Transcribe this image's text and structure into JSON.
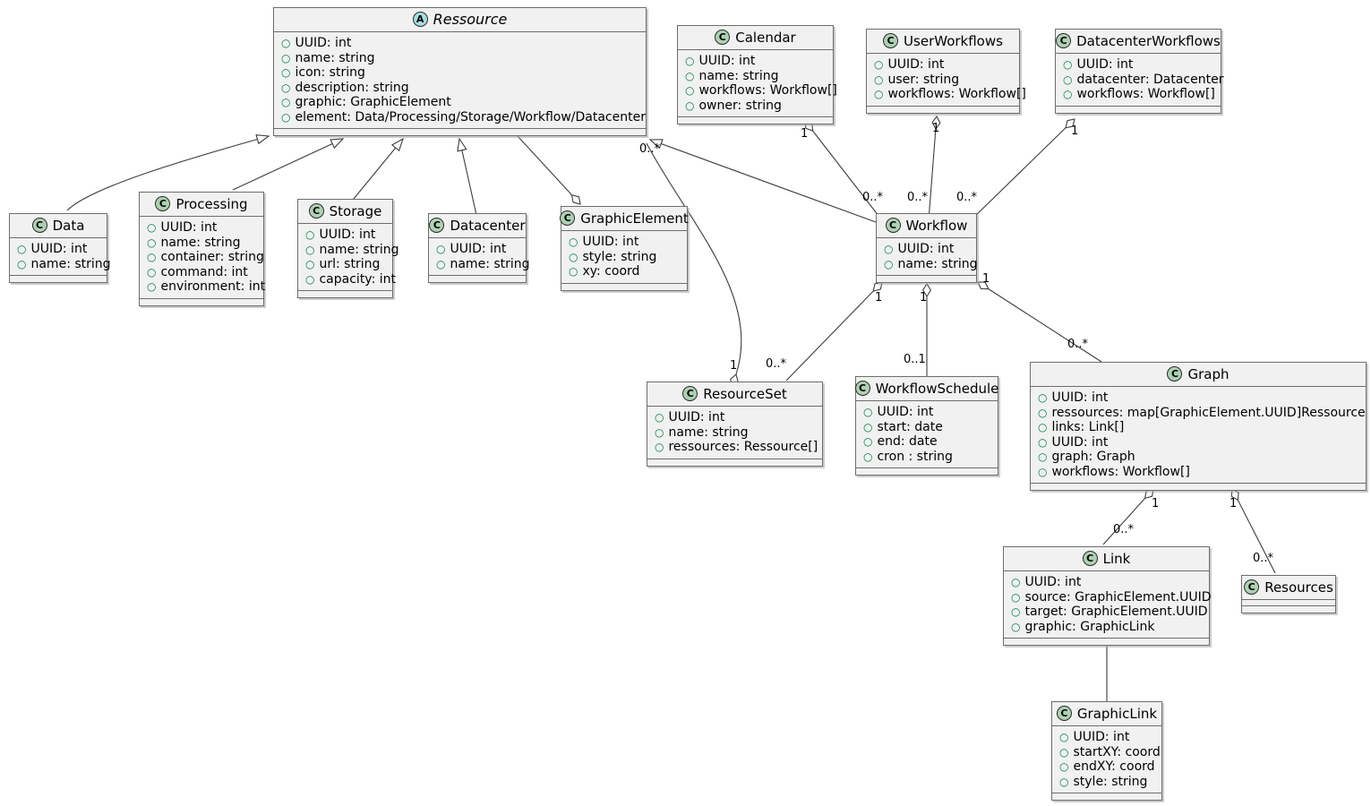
{
  "diagram": {
    "title": "UML Class Diagram",
    "stereotype_class": "C",
    "stereotype_abstract": "A",
    "colors": {
      "class_fill": "#f1f1f1",
      "border": "#6d6d6d",
      "class_icon": "#add1b2",
      "abstract_icon": "#a9dcdf",
      "visibility_public": "#038048"
    }
  },
  "classes": {
    "ressource": {
      "name": "Ressource",
      "stereotype": "A",
      "attrs": [
        "UUID: int",
        "name: string",
        "icon: string",
        "description: string",
        "graphic: GraphicElement",
        "element: Data/Processing/Storage/Workflow/Datacenter"
      ]
    },
    "data": {
      "name": "Data",
      "stereotype": "C",
      "attrs": [
        "UUID: int",
        "name: string"
      ]
    },
    "processing": {
      "name": "Processing",
      "stereotype": "C",
      "attrs": [
        "UUID: int",
        "name: string",
        "container: string",
        "command: int",
        "environment: int"
      ]
    },
    "storage": {
      "name": "Storage",
      "stereotype": "C",
      "attrs": [
        "UUID: int",
        "name: string",
        "url: string",
        "capacity: int"
      ]
    },
    "datacenter": {
      "name": "Datacenter",
      "stereotype": "C",
      "attrs": [
        "UUID: int",
        "name: string"
      ]
    },
    "graphicelement": {
      "name": "GraphicElement",
      "stereotype": "C",
      "attrs": [
        "UUID: int",
        "style: string",
        "xy: coord"
      ]
    },
    "calendar": {
      "name": "Calendar",
      "stereotype": "C",
      "attrs": [
        "UUID: int",
        "name: string",
        "workflows: Workflow[]",
        "owner: string"
      ]
    },
    "userworkflows": {
      "name": "UserWorkflows",
      "stereotype": "C",
      "attrs": [
        "UUID: int",
        "user: string",
        "workflows: Workflow[]"
      ]
    },
    "datacenterworkflows": {
      "name": "DatacenterWorkflows",
      "stereotype": "C",
      "attrs": [
        "UUID: int",
        "datacenter: Datacenter",
        "workflows: Workflow[]"
      ]
    },
    "workflow": {
      "name": "Workflow",
      "stereotype": "C",
      "attrs": [
        "UUID: int",
        "name: string"
      ]
    },
    "resourceset": {
      "name": "ResourceSet",
      "stereotype": "C",
      "attrs": [
        "UUID: int",
        "name: string",
        "ressources: Ressource[]"
      ]
    },
    "workflowschedule": {
      "name": "WorkflowSchedule",
      "stereotype": "C",
      "attrs": [
        "UUID: int",
        "start: date",
        "end: date",
        "cron : string"
      ]
    },
    "graph": {
      "name": "Graph",
      "stereotype": "C",
      "attrs": [
        "UUID: int",
        "ressources: map[GraphicElement.UUID]Ressource",
        "links: Link[]",
        "UUID: int",
        "graph: Graph",
        "workflows: Workflow[]"
      ]
    },
    "link": {
      "name": "Link",
      "stereotype": "C",
      "attrs": [
        "UUID: int",
        "source: GraphicElement.UUID",
        "target: GraphicElement.UUID",
        "graphic: GraphicLink"
      ]
    },
    "resources": {
      "name": "Resources",
      "stereotype": "C",
      "attrs": []
    },
    "graphiclink": {
      "name": "GraphicLink",
      "stereotype": "C",
      "attrs": [
        "UUID: int",
        "startXY: coord",
        "endXY: coord",
        "style: string"
      ]
    }
  },
  "multiplicities": {
    "ressource_to_resourceset_src": "0..*",
    "ressource_to_resourceset_tgt": "1",
    "calendar_end": "1",
    "calendar_workflow_end": "0..*",
    "userworkflows_end": "1",
    "userworkflows_workflow_end": "0..*",
    "datacenterworkflows_end": "1",
    "datacenterworkflows_workflow_end": "0..*",
    "workflow_resourceset_src": "1",
    "workflow_resourceset_tgt": "0..*",
    "workflow_schedule_src": "1",
    "workflow_schedule_tgt": "0..1",
    "workflow_graph_src": "1",
    "workflow_graph_tgt": "0..*",
    "graph_link_src": "1",
    "graph_link_tgt": "0..*",
    "graph_resources_src": "1",
    "graph_resources_tgt": "0..*"
  }
}
